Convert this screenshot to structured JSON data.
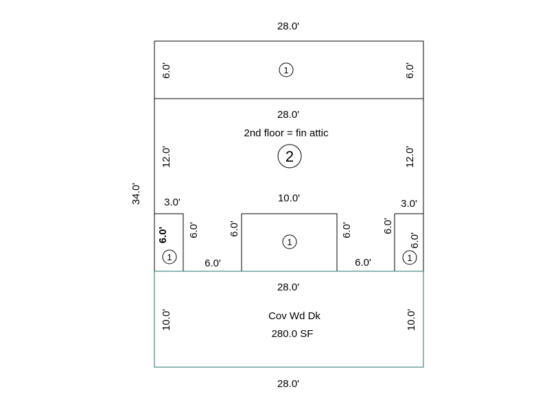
{
  "overall": {
    "top_width": "28.0'",
    "left_depth": "34.0'",
    "bottom_width": "28.0'"
  },
  "section_top": {
    "left": "6.0'",
    "right": "6.0'",
    "story_marker": "1"
  },
  "section_main": {
    "top": "28.0'",
    "description": "2nd floor = fin attic",
    "story_marker": "2",
    "left": "12.0'",
    "right": "12.0'",
    "center_gap": "10.0'"
  },
  "section_lower": {
    "left_notch_top": "3.0'",
    "right_notch_top": "3.0'",
    "left_box_side": "6.0'",
    "left_box_inner": "6.0'",
    "left_box_marker": "1",
    "left_recess_bottom": "6.0'",
    "left_recess_right": "6.0'",
    "center_box_marker": "1",
    "right_recess_left": "6.0'",
    "right_recess_bottom": "6.0'",
    "right_box_inner": "6.0'",
    "right_box_side": "6.0'",
    "right_box_marker": "1"
  },
  "deck": {
    "top": "28.0'",
    "name": "Cov Wd Dk",
    "area": "280.0 SF",
    "left": "10.0'",
    "right": "10.0'"
  }
}
